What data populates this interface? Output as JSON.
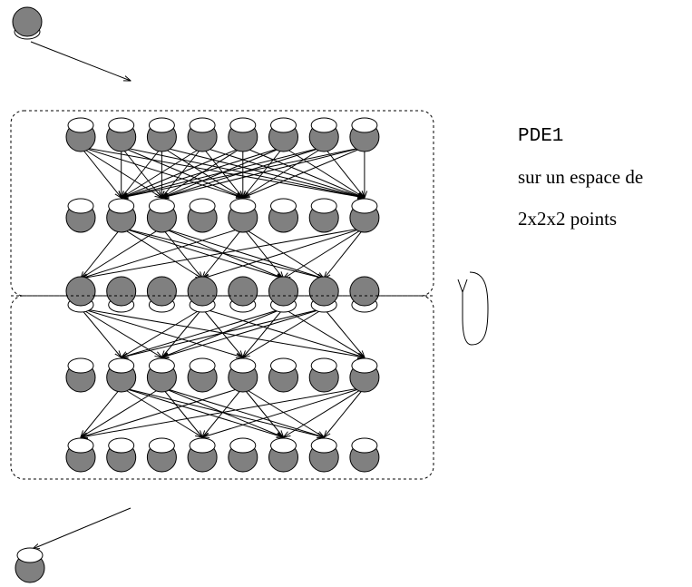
{
  "caption": {
    "title": "PDE1",
    "line1": "sur un espace de",
    "line2": "2x2x2 points"
  },
  "colors": {
    "node_fill": "#808080",
    "node_cap": "#ffffff",
    "stroke": "#000000"
  },
  "icons": {
    "node": "node-icon",
    "loop": "loop-arrow-icon"
  },
  "lattice": {
    "columns": 8,
    "rows": 5,
    "cap_position": [
      "top",
      "top",
      "bottom",
      "top",
      "top"
    ],
    "edges": [
      {
        "from_row": 0,
        "to_row": 1,
        "pairs": [
          [
            0,
            1
          ],
          [
            0,
            2
          ],
          [
            0,
            4
          ],
          [
            0,
            7
          ],
          [
            1,
            1
          ],
          [
            1,
            2
          ],
          [
            1,
            4
          ],
          [
            1,
            7
          ],
          [
            2,
            1
          ],
          [
            2,
            2
          ],
          [
            2,
            4
          ],
          [
            2,
            7
          ],
          [
            3,
            1
          ],
          [
            3,
            2
          ],
          [
            3,
            4
          ],
          [
            3,
            7
          ],
          [
            4,
            1
          ],
          [
            4,
            2
          ],
          [
            4,
            4
          ],
          [
            4,
            7
          ],
          [
            5,
            1
          ],
          [
            5,
            2
          ],
          [
            5,
            4
          ],
          [
            5,
            7
          ],
          [
            6,
            1
          ],
          [
            6,
            2
          ],
          [
            6,
            4
          ],
          [
            6,
            7
          ],
          [
            7,
            1
          ],
          [
            7,
            2
          ],
          [
            7,
            4
          ],
          [
            7,
            7
          ]
        ]
      },
      {
        "from_row": 1,
        "to_row": 2,
        "pairs": [
          [
            1,
            0
          ],
          [
            1,
            3
          ],
          [
            1,
            5
          ],
          [
            1,
            6
          ],
          [
            2,
            0
          ],
          [
            2,
            3
          ],
          [
            2,
            5
          ],
          [
            2,
            6
          ],
          [
            4,
            0
          ],
          [
            4,
            3
          ],
          [
            4,
            5
          ],
          [
            4,
            6
          ],
          [
            7,
            0
          ],
          [
            7,
            3
          ],
          [
            7,
            5
          ],
          [
            7,
            6
          ]
        ]
      },
      {
        "from_row": 2,
        "to_row": 3,
        "pairs": [
          [
            0,
            1
          ],
          [
            0,
            2
          ],
          [
            0,
            4
          ],
          [
            0,
            7
          ],
          [
            3,
            1
          ],
          [
            3,
            2
          ],
          [
            3,
            4
          ],
          [
            3,
            7
          ],
          [
            5,
            1
          ],
          [
            5,
            2
          ],
          [
            5,
            4
          ],
          [
            5,
            7
          ],
          [
            6,
            1
          ],
          [
            6,
            2
          ],
          [
            6,
            4
          ],
          [
            6,
            7
          ]
        ]
      },
      {
        "from_row": 3,
        "to_row": 4,
        "pairs": [
          [
            1,
            0
          ],
          [
            1,
            3
          ],
          [
            1,
            5
          ],
          [
            1,
            6
          ],
          [
            2,
            0
          ],
          [
            2,
            3
          ],
          [
            2,
            5
          ],
          [
            2,
            6
          ],
          [
            4,
            0
          ],
          [
            4,
            3
          ],
          [
            4,
            5
          ],
          [
            4,
            6
          ],
          [
            7,
            0
          ],
          [
            7,
            3
          ],
          [
            7,
            5
          ],
          [
            7,
            6
          ]
        ]
      }
    ]
  }
}
